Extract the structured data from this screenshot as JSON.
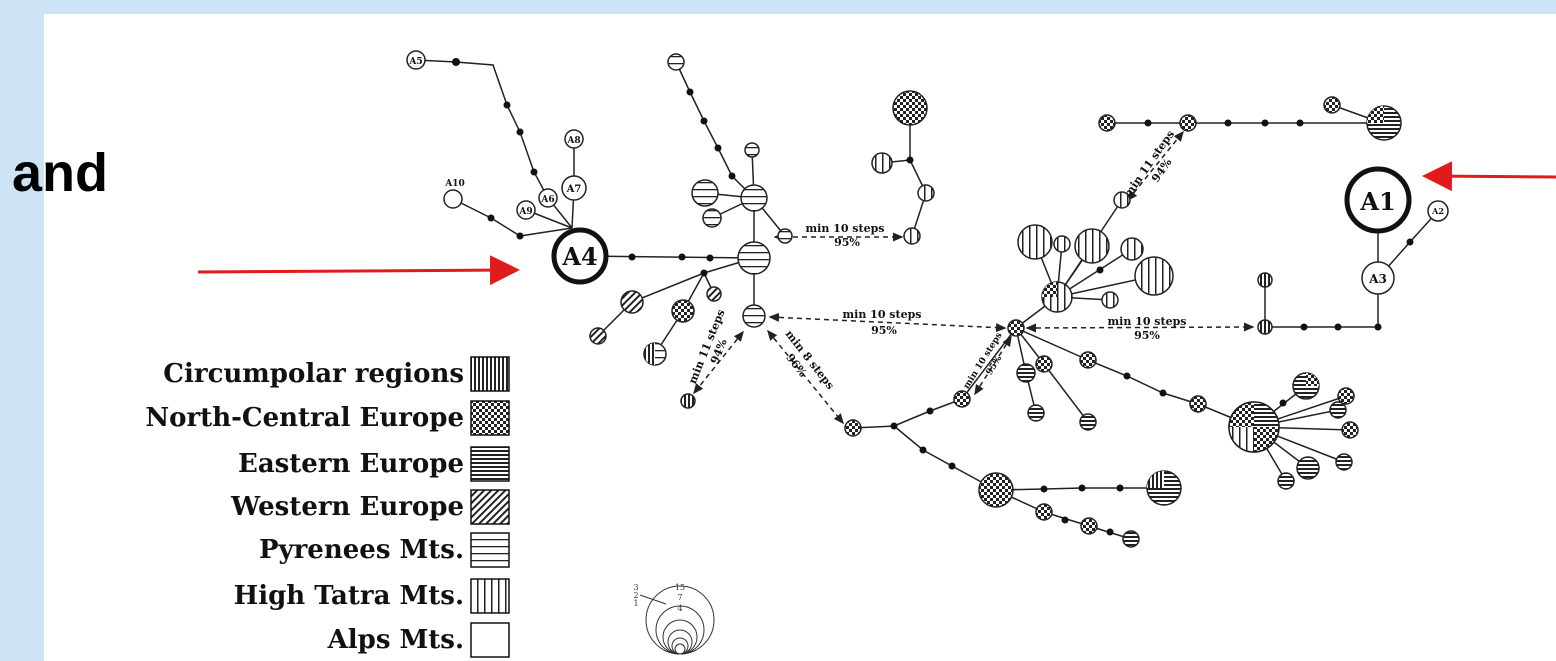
{
  "slide": {
    "heading": "and"
  },
  "legend": {
    "items": [
      {
        "label": "Circumpolar regions",
        "pattern": "vertical-dense"
      },
      {
        "label": "North-Central Europe",
        "pattern": "checker"
      },
      {
        "label": "Eastern Europe",
        "pattern": "horizontal-dense"
      },
      {
        "label": "Western Europe",
        "pattern": "diagonal"
      },
      {
        "label": "Pyrenees Mts.",
        "pattern": "horizontal-sparse"
      },
      {
        "label": "High Tatra Mts.",
        "pattern": "vertical-sparse"
      },
      {
        "label": "Alps Mts.",
        "pattern": "blank"
      }
    ]
  },
  "network": {
    "haplotypes": [
      "A1",
      "A2",
      "A3",
      "A4",
      "A5",
      "A6",
      "A7",
      "A8",
      "A9",
      "A10"
    ],
    "connections": [
      {
        "steps": "min 10 steps",
        "support": "95%"
      },
      {
        "steps": "min 10 steps",
        "support": "95%"
      },
      {
        "steps": "min 10 steps",
        "support": "95%"
      },
      {
        "steps": "min 11 steps",
        "support": "94%"
      },
      {
        "steps": "min 11 steps",
        "support": "94%"
      },
      {
        "steps": "min 8 steps",
        "support": "96%"
      },
      {
        "steps": "min 10 steps",
        "support": "95%"
      }
    ]
  },
  "size_scale": [
    "15",
    "7",
    "4",
    "3",
    "2",
    "1"
  ],
  "colors": {
    "background": "#cfe3f7",
    "arrow": "#e01b1b"
  }
}
